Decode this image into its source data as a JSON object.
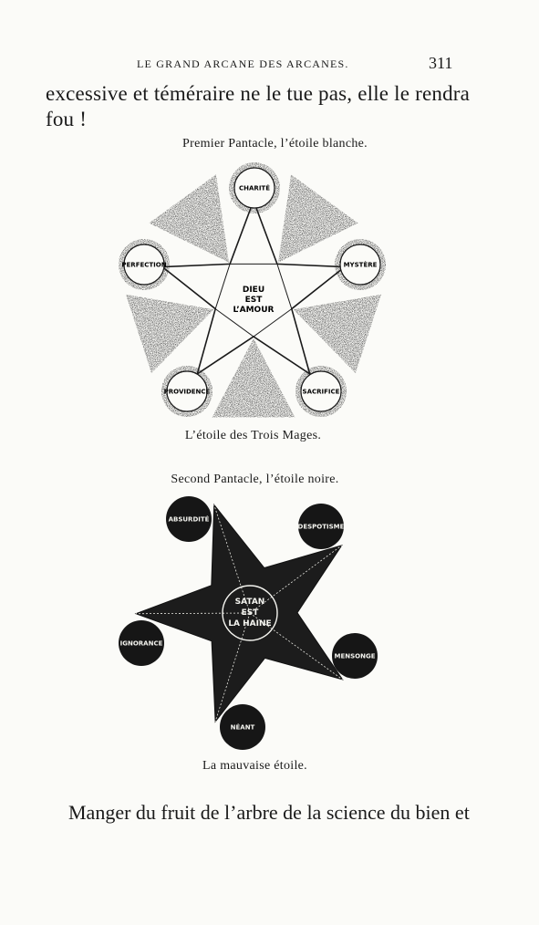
{
  "running_head": "LE GRAND ARCANE DES ARCANES.",
  "page_number": "311",
  "paragraph_lines": [
    "excessive et téméraire ne le tue pas, elle le rendra",
    "fou !"
  ],
  "figure1": {
    "title": "Premier Pantacle, l’étoile blanche.",
    "subtitle": "L’étoile des Trois Mages.",
    "center": [
      "DIEU",
      "EST",
      "L’AMOUR"
    ],
    "points": [
      "CHARITÉ",
      "MYSTÈRE",
      "SACRIFICE",
      "PROVIDENCE",
      "PERFECTION"
    ]
  },
  "figure2": {
    "title": "Second Pantacle, l’étoile noire.",
    "subtitle": "La mauvaise étoile.",
    "center": [
      "SATAN",
      "EST",
      "LA HAINE"
    ],
    "points": [
      "ABSURDITÉ",
      "DESPOTISME",
      "MENSONGE",
      "NÉANT",
      "IGNORANCE"
    ]
  },
  "bottom_line": "Manger du fruit de l’arbre de la science du bien et"
}
